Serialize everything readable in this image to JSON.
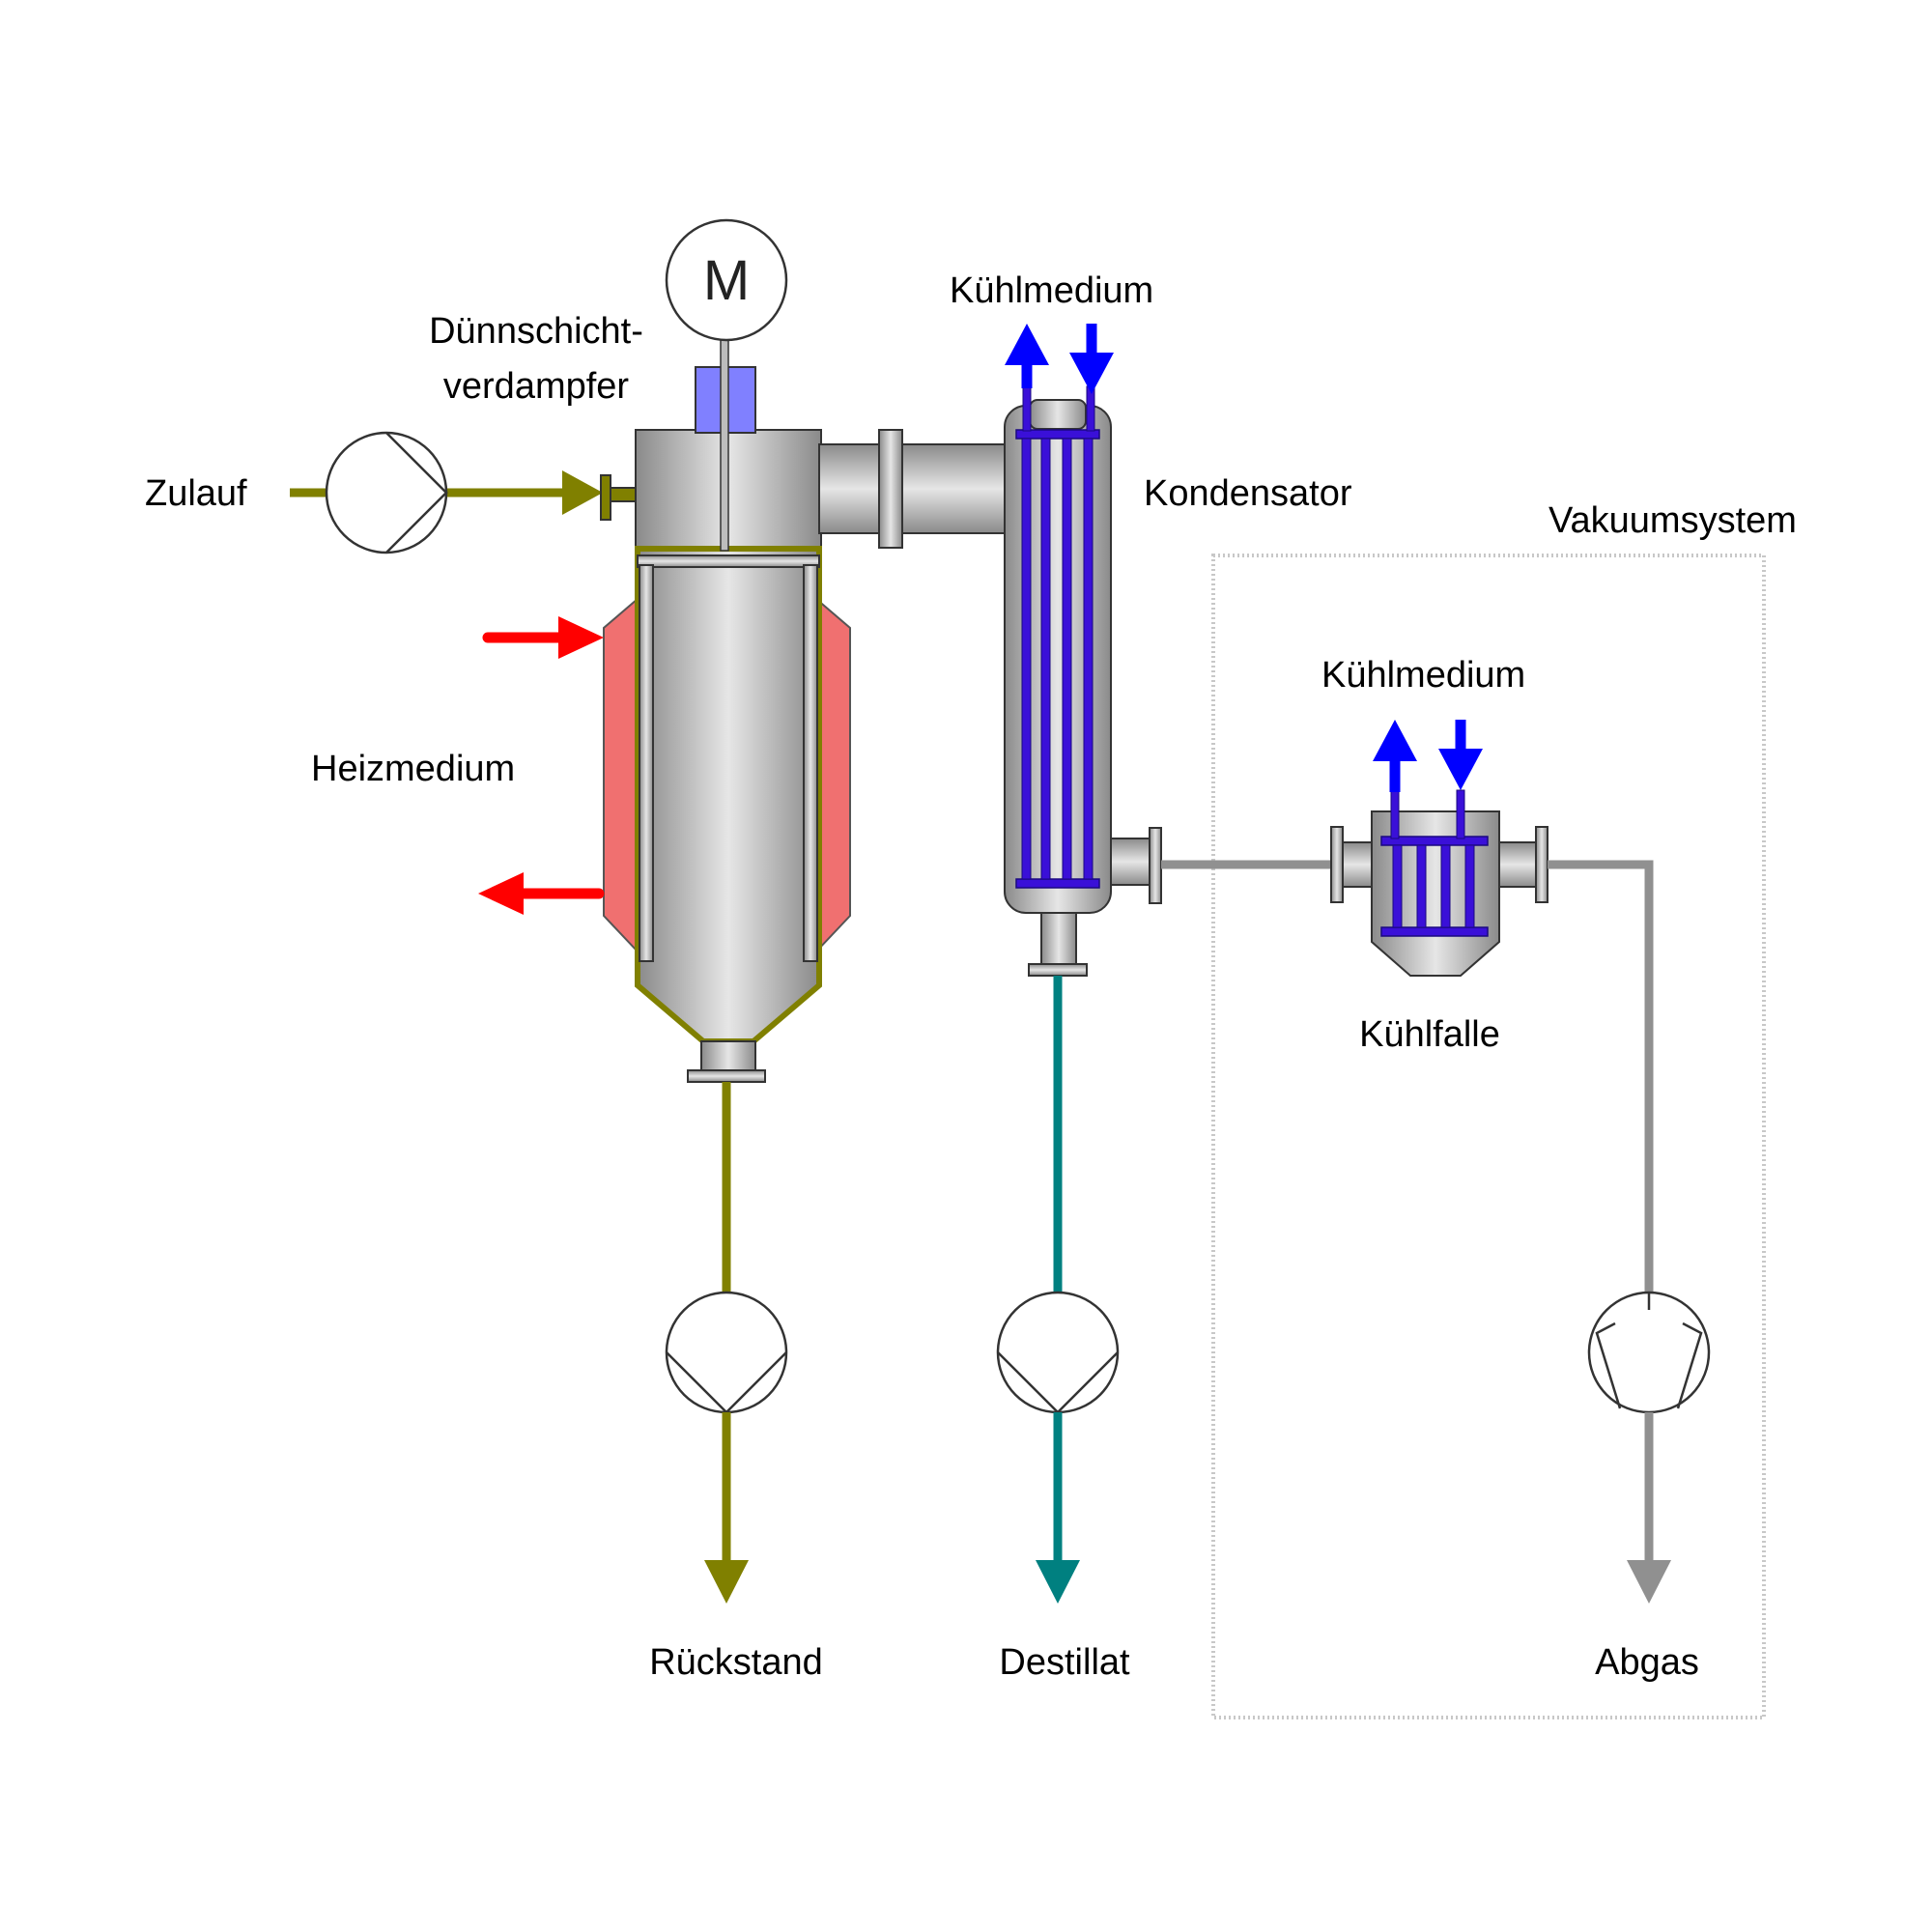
{
  "labels": {
    "motor": "M",
    "evaporator_line1": "Dünnschicht-",
    "evaporator_line2": "verdampfer",
    "feed": "Zulauf",
    "heating_medium": "Heizmedium",
    "cooling_medium_top": "Kühlmedium",
    "condenser": "Kondensator",
    "vacuum_system": "Vakuumsystem",
    "cooling_medium_trap": "Kühlmedium",
    "cold_trap": "Kühlfalle",
    "residue": "Rückstand",
    "distillate": "Destillat",
    "offgas": "Abgas"
  },
  "colors": {
    "feed_residue_line": "#808000",
    "distillate_line": "#008080",
    "vacuum_line": "#909090",
    "heating_arrow": "#ff0000",
    "heating_jacket": "#f07070",
    "cooling_arrow": "#0000ff",
    "tube_bundle": "#3a10d8",
    "drive_block": "#8080ff",
    "vessel_grey": "#bdbdbd"
  },
  "icons": {
    "feed_pump": "centrifugal-pump-symbol",
    "residue_pump": "centrifugal-pump-symbol",
    "distillate_pump": "centrifugal-pump-symbol",
    "vacuum_pump": "vacuum-pump-symbol",
    "motor": "motor-symbol"
  }
}
